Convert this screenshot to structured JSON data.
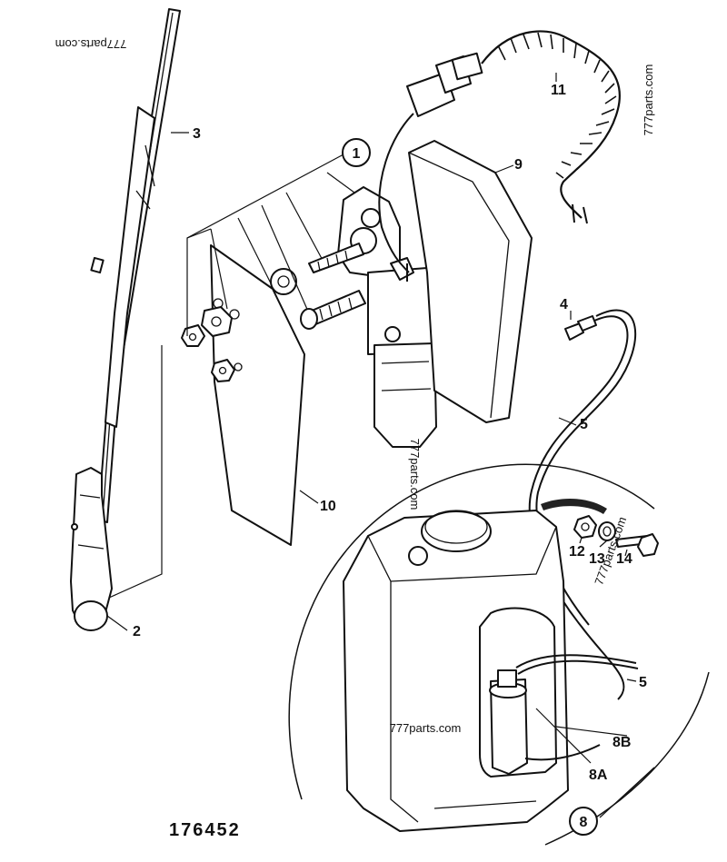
{
  "diagram": {
    "reference_number": "176452",
    "watermark": "777parts.com",
    "callouts": {
      "c1": "1",
      "c2": "2",
      "c3": "3",
      "c4": "4",
      "c5a": "5",
      "c5b": "5",
      "c8": "8",
      "c8a": "8A",
      "c8b": "8B",
      "c9": "9",
      "c10": "10",
      "c11": "11",
      "c12": "12",
      "c13": "13",
      "c14": "14"
    }
  }
}
